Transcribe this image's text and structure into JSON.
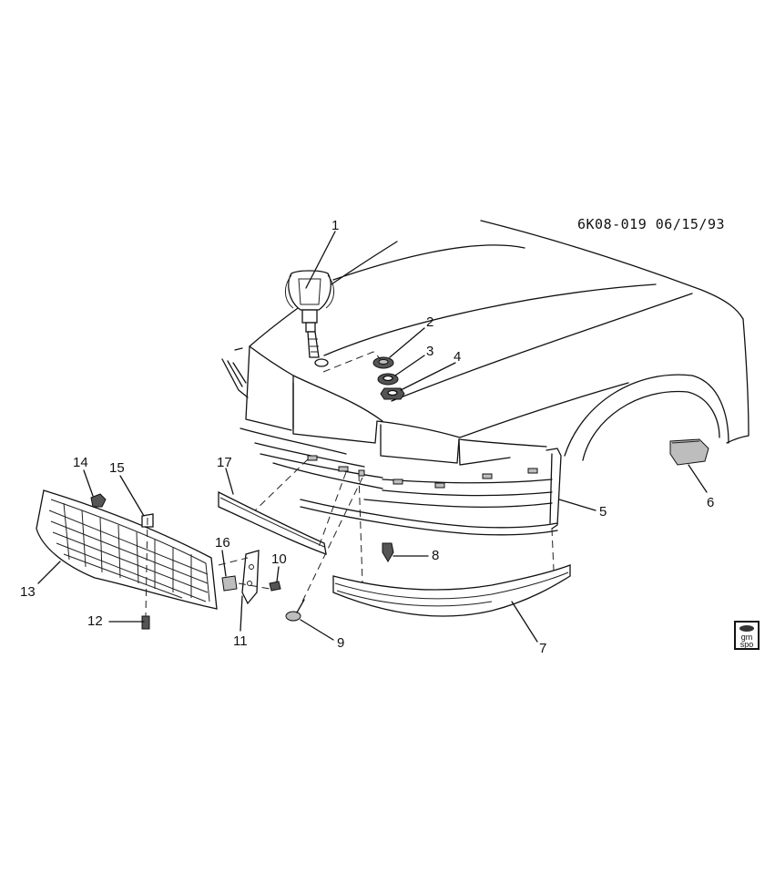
{
  "reference": "6K08-019 06/15/93",
  "callouts": [
    "1",
    "2",
    "3",
    "4",
    "5",
    "6",
    "7",
    "8",
    "9",
    "10",
    "11",
    "12",
    "13",
    "14",
    "15",
    "16",
    "17"
  ],
  "badge": {
    "line1": "gm",
    "line2": "spo"
  }
}
